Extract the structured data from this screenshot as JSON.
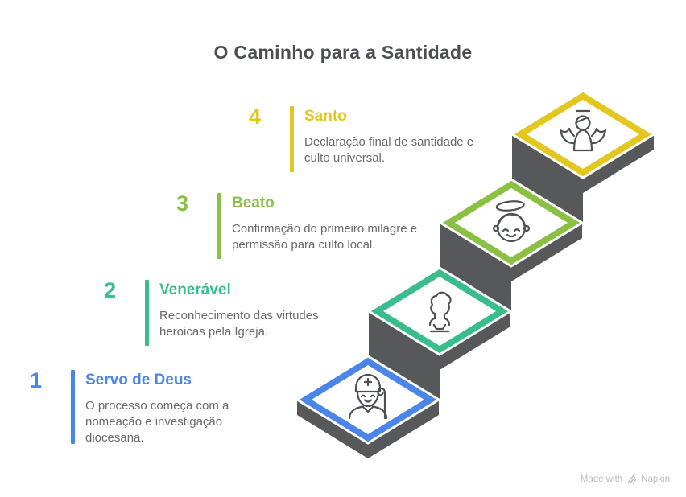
{
  "page": {
    "title": "O Caminho para a Santidade"
  },
  "steps": [
    {
      "number": "1",
      "title": "Servo de Deus",
      "description": "O processo começa com a nomeação e investigação diocesana.",
      "color": "#4a86e8",
      "icon": "bishop-icon"
    },
    {
      "number": "2",
      "title": "Venerável",
      "description": "Reconhecimento das virtudes heroicas pela Igreja.",
      "color": "#3abd8d",
      "icon": "bust-icon"
    },
    {
      "number": "3",
      "title": "Beato",
      "description": "Confirmação do primeiro milagre e permissão para culto local.",
      "color": "#8ac144",
      "icon": "haloed-face-icon"
    },
    {
      "number": "4",
      "title": "Santo",
      "description": "Declaração final de santidade e culto universal.",
      "color": "#e3c71f",
      "icon": "angel-icon"
    }
  ],
  "staircase": {
    "block_color": "#57585a",
    "platform_fill": "#ffffff",
    "icon_stroke": "#4d5156"
  },
  "watermark": {
    "prefix": "Made with",
    "brand": "Napkin"
  }
}
